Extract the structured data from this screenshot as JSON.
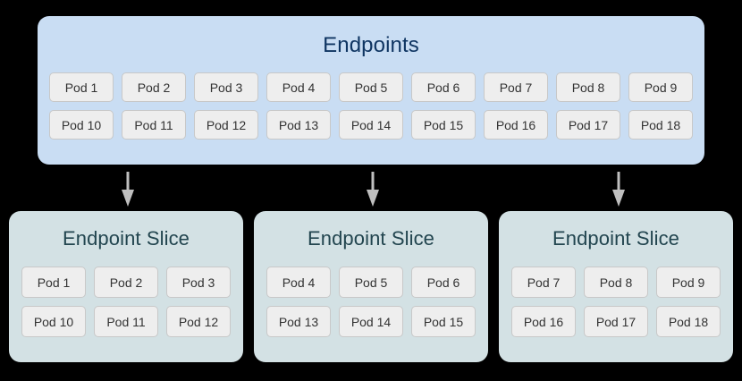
{
  "diagram": {
    "type": "kubernetes-endpointslice-diagram",
    "colors": {
      "canvas_background": "#000000",
      "endpoints_panel_fill": "#c9ddf3",
      "endpoints_title_color": "#0f3562",
      "slice_panel_fill": "#d3e1e4",
      "slice_title_color": "#22454f",
      "pod_chip_fill": "#eeeeee",
      "pod_chip_border": "#c8c8c8",
      "pod_chip_text": "#333333",
      "arrow_color": "#bfbfbf"
    }
  },
  "endpoints": {
    "title": "Endpoints",
    "rows": [
      [
        "Pod 1",
        "Pod 2",
        "Pod 3",
        "Pod 4",
        "Pod 5",
        "Pod 6",
        "Pod 7",
        "Pod 8",
        "Pod 9"
      ],
      [
        "Pod 10",
        "Pod 11",
        "Pod 12",
        "Pod 13",
        "Pod 14",
        "Pod 15",
        "Pod 16",
        "Pod 17",
        "Pod 18"
      ]
    ]
  },
  "arrows": [
    {
      "name": "arrow-to-slice-1",
      "direction": "down"
    },
    {
      "name": "arrow-to-slice-2",
      "direction": "down"
    },
    {
      "name": "arrow-to-slice-3",
      "direction": "down"
    }
  ],
  "slices": [
    {
      "title": "Endpoint Slice",
      "rows": [
        [
          "Pod 1",
          "Pod 2",
          "Pod 3"
        ],
        [
          "Pod 10",
          "Pod 11",
          "Pod 12"
        ]
      ]
    },
    {
      "title": "Endpoint Slice",
      "rows": [
        [
          "Pod 4",
          "Pod 5",
          "Pod 6"
        ],
        [
          "Pod 13",
          "Pod 14",
          "Pod 15"
        ]
      ]
    },
    {
      "title": "Endpoint Slice",
      "rows": [
        [
          "Pod 7",
          "Pod 8",
          "Pod 9"
        ],
        [
          "Pod 16",
          "Pod 17",
          "Pod 18"
        ]
      ]
    }
  ]
}
